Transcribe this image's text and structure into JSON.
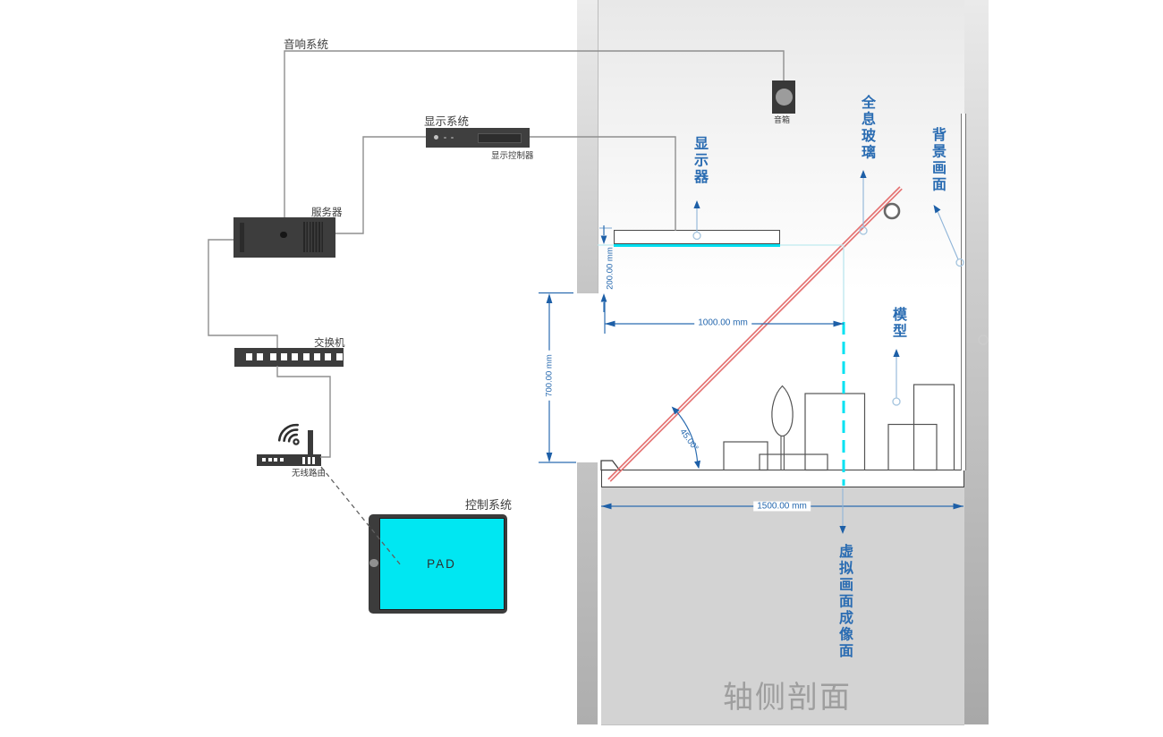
{
  "left_diagram": {
    "audio_system": "音响系统",
    "display_system": "显示系统",
    "display_controller": "显示控制器",
    "server": "服务器",
    "switch": "交换机",
    "wireless_router": "无线路由",
    "control_system": "控制系统",
    "pad": "PAD"
  },
  "section": {
    "title": "轴侧剖面",
    "speaker": "音箱",
    "display": "显示器",
    "holographic_glass": "全息玻璃",
    "background_screen": "背景画面",
    "model": "模型",
    "virtual_image_plane": "虚拟画面成像面",
    "dim_display_to_opening": "200.00 mm",
    "dim_opening_height": "700.00 mm",
    "dim_glass_span": "1000.00 mm",
    "dim_table_width": "1500.00 mm",
    "glass_angle": "45.00°"
  },
  "colors": {
    "annotation_blue": "#2a6cb2",
    "cyan": "#00dff0",
    "glass_red": "#e57373",
    "wire_gray": "#8f8f8f",
    "device_dark": "#3d3d3d",
    "title_gray": "#9e9e9e"
  }
}
